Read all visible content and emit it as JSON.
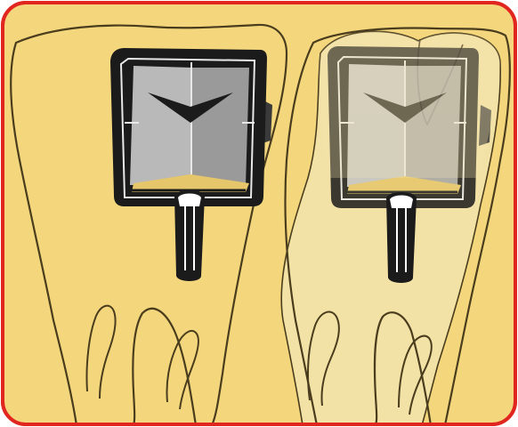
{
  "figure": {
    "panels": [
      {
        "tooth_view": "outline",
        "overlay": "none"
      },
      {
        "tooth_view": "outline",
        "overlay": "translucent-crown"
      }
    ]
  },
  "colors": {
    "frame_border": "#e0261f",
    "background": "#f4d77c",
    "tooth_line": "#4a3d1e",
    "crown_fill": "#f3e6b3",
    "sensor_frame": "#1b1b1b",
    "sensor_face_light": "#b9b9b9",
    "sensor_face_dark": "#9a9a9a",
    "sensor_inner_line": "#e8e8e8",
    "stem_highlight": "#ffffff"
  },
  "icons": [
    "tooth-outline-icon",
    "x-ray-sensor-icon",
    "sensor-holder-stem-icon",
    "chevron-down-icon"
  ]
}
